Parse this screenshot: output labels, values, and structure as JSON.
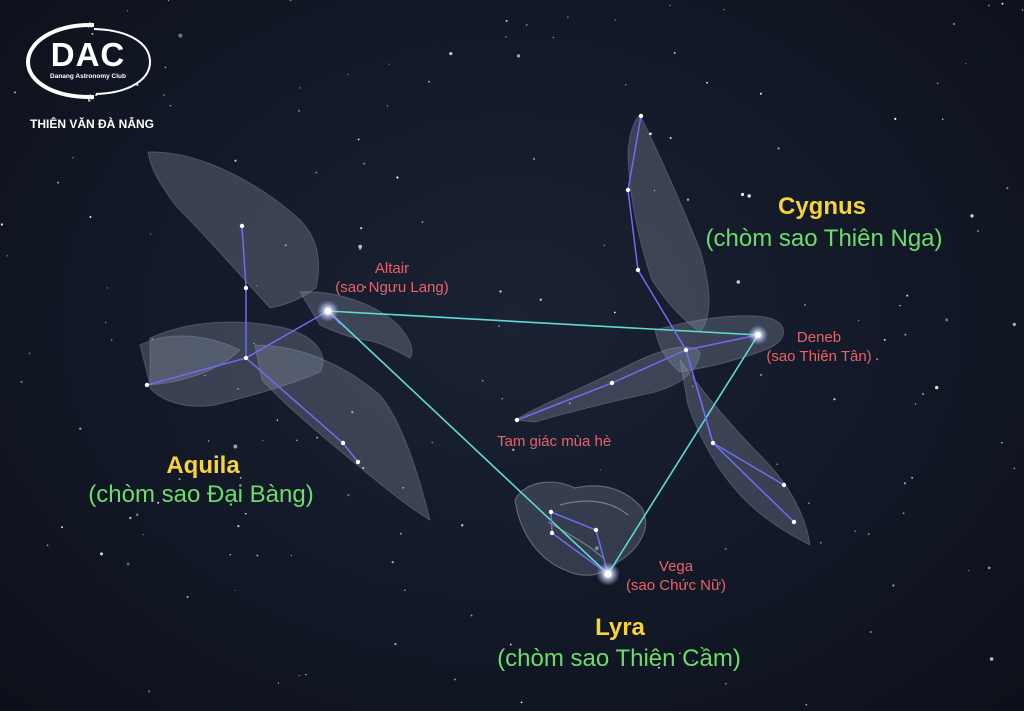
{
  "logo": {
    "letters": "DAC",
    "club": "Danang Astronomy Club",
    "caption": "THIÊN VĂN ĐÀ NẴNG"
  },
  "constellations": {
    "aquila": {
      "name": "Aquila",
      "vn": "(chòm sao Đại Bàng)"
    },
    "cygnus": {
      "name": "Cygnus",
      "vn": "(chòm sao Thiên Nga)"
    },
    "lyra": {
      "name": "Lyra",
      "vn": "(chòm sao Thiên Cầm)"
    }
  },
  "stars": {
    "altair": {
      "name": "Altair",
      "vn": "(sao Ngưu Lang)"
    },
    "deneb": {
      "name": "Deneb",
      "vn": "(sao Thiên Tân)"
    },
    "vega": {
      "name": "Vega",
      "vn": "(sao Chức Nữ)"
    }
  },
  "asterism": {
    "label": "Tam giác mùa hè"
  },
  "colors": {
    "sky": "#121826",
    "figure": "#8a93a8",
    "constellation_line": "#6e6cf0",
    "triangle_line": "#5fd9d6",
    "constellation_name": "#f7d33a",
    "vietnamese_name": "#6cdc6a",
    "star_label": "#e8626a"
  }
}
